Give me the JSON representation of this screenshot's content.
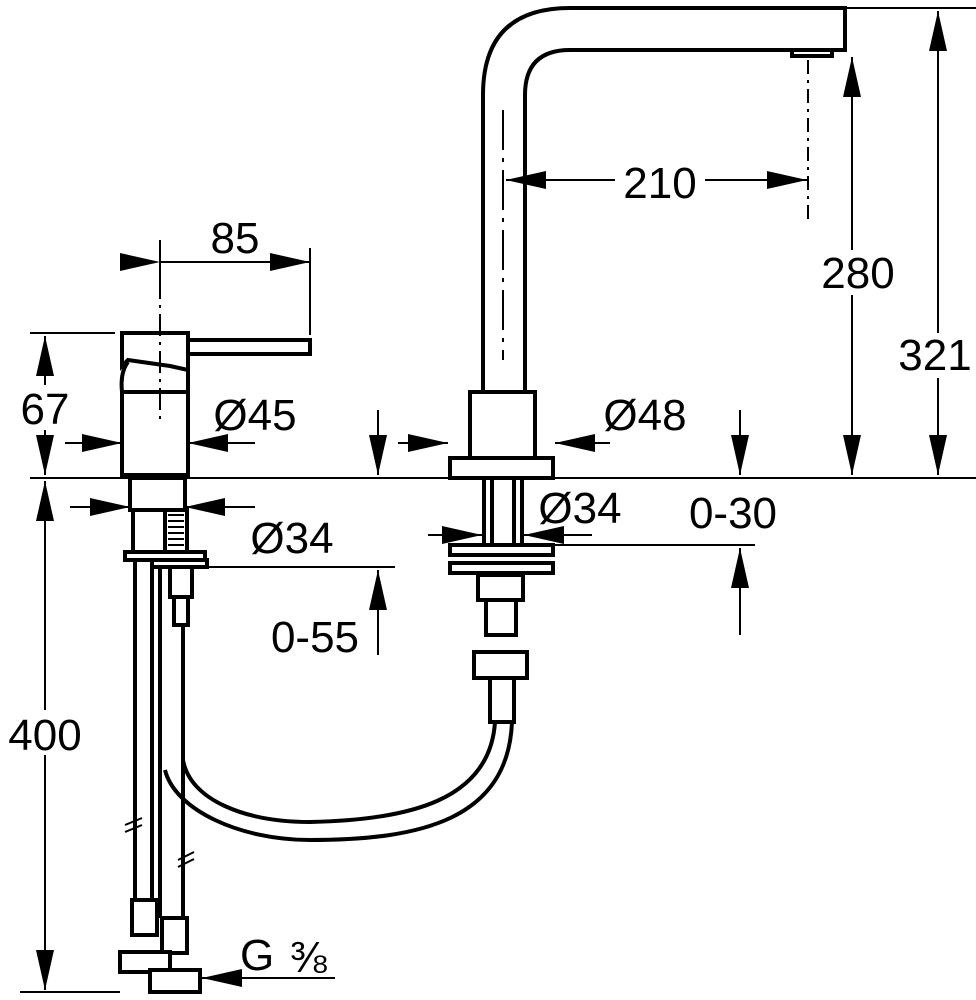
{
  "drawing": {
    "colors": {
      "line": "#000000",
      "background": "#ffffff"
    },
    "dimensions": {
      "lever_reach": "85",
      "mixer_height": "67",
      "mixer_diameter": "Ø45",
      "mixer_shank_diameter": "Ø34",
      "mixer_deck_thickness": "0-55",
      "hose_length": "400",
      "connection_thread": "G",
      "connection_thread_size": "⅜",
      "spout_reach": "210",
      "spout_outlet_height": "280",
      "spout_total_height": "321",
      "spout_base_diameter": "Ø48",
      "spout_shank_diameter": "Ø34",
      "spout_deck_thickness": "0-30"
    }
  }
}
